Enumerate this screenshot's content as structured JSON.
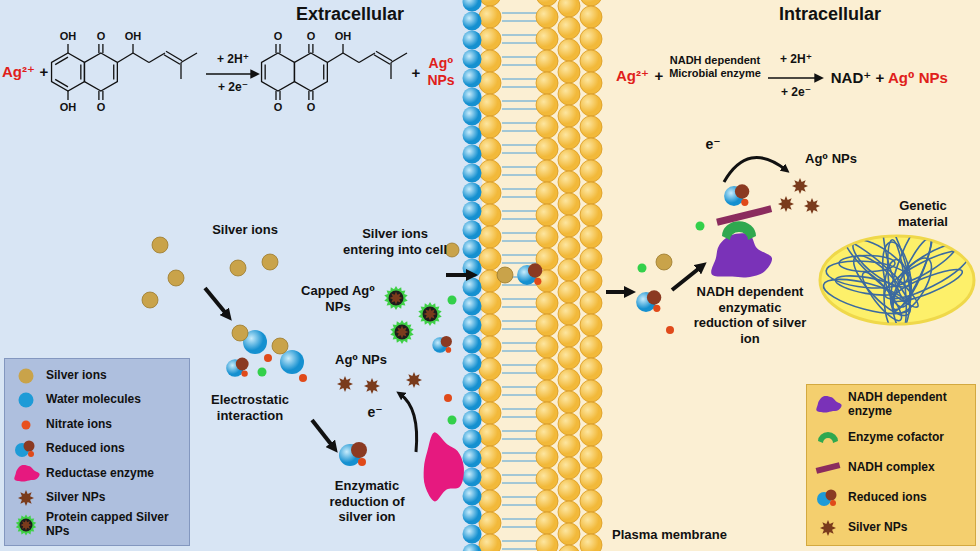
{
  "diagram": {
    "nodes": [
      {
        "text": [
          "Genetic material"
        ]
      }
    ],
    "labels": [
      "Extracellular",
      "Intracellular",
      "Ag²⁺",
      "+",
      "OH",
      "O",
      "OH",
      "OH",
      "O",
      "+ 2H⁺",
      "+ 2e⁻",
      "O",
      "O",
      "OH",
      "O",
      "O",
      "+",
      "Ag⁰ NPs",
      "Ag²⁺",
      "+",
      "NADH dependent Microbial enzyme",
      "+ 2H⁺",
      "+ 2e⁻",
      "NAD⁺",
      "+",
      "Ag⁰ NPs",
      "Silver ions",
      "Silver ions entering into cell",
      "Capped Ag⁰ NPs",
      "Ag⁰ NPs",
      "Electrostatic interaction",
      "e⁻",
      "Enzymatic reduction of silver ion",
      "Plasma membrane",
      "e⁻",
      "Ag⁰ NPs",
      "NADH dependent enzymatic reduction of silver ion"
    ],
    "legend": [
      {
        "text": "Silver ions",
        "color": "#c9a34a"
      },
      {
        "text": "Water molecules",
        "color": "#1e9bd7"
      },
      {
        "text": "Nitrate ions",
        "color": "#e8501e"
      },
      {
        "text": "Reduced ions"
      },
      {
        "text": "Reductase enzyme",
        "color": "#e6197f"
      },
      {
        "text": "Silver NPs"
      },
      {
        "text": "Protein capped Silver NPs"
      },
      {
        "text": "NADH dependent enzyme",
        "color": "#7a32b8"
      },
      {
        "text": "Enzyme cofactor",
        "color": "#2fa84f"
      },
      {
        "text": "NADH complex",
        "color": "#8b2c5e"
      },
      {
        "text": "Reduced ions"
      },
      {
        "text": "Silver NPs"
      }
    ]
  }
}
